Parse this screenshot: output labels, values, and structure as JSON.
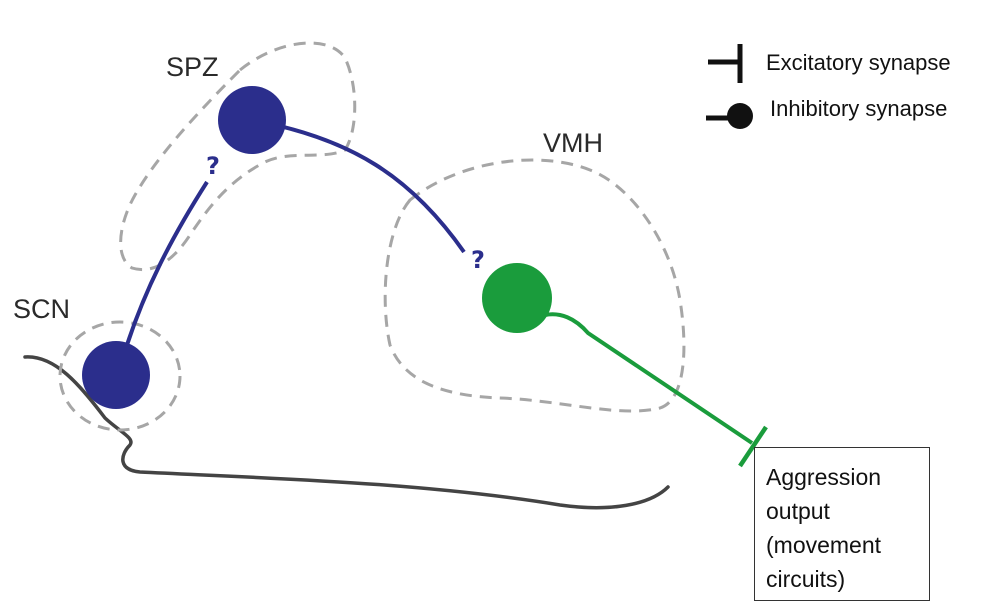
{
  "regions": {
    "spz": "SPZ",
    "scn": "SCN",
    "vmh": "VMH"
  },
  "unknown_marks": [
    "?",
    "?"
  ],
  "legend": {
    "excitatory": "Excitatory synapse",
    "inhibitory": "Inhibitory synapse"
  },
  "output_box": "Aggression\noutput\n(movement\ncircuits)",
  "colors": {
    "blue_neuron": "#2b2e8c",
    "green_neuron": "#1a9c3c",
    "outline_dash": "#a6a6a6",
    "brain_contour": "#444444"
  }
}
